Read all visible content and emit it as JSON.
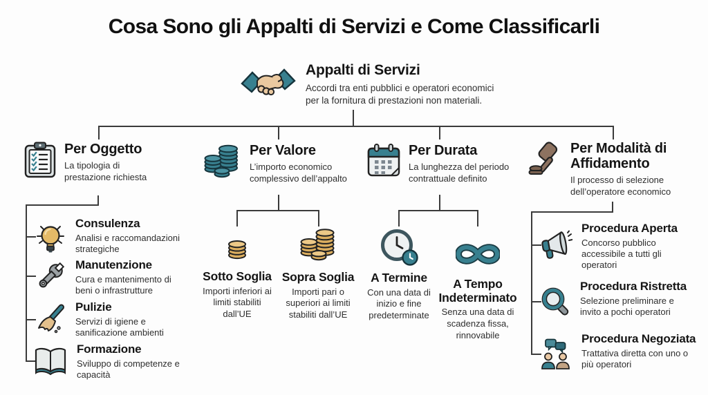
{
  "title": "Cosa Sono gli Appalti di Servizi e Come Classificarli",
  "root": {
    "icon": "handshake-icon",
    "heading": "Appalti di Servizi",
    "description": "Accordi tra enti pubblici e operatori economici per la fornitura di prestazioni non materiali."
  },
  "branches": [
    {
      "icon": "clipboard-icon",
      "heading": "Per Oggetto",
      "description": "La tipologia di prestazione richiesta",
      "children": [
        {
          "icon": "lightbulb-icon",
          "heading": "Consulenza",
          "description": "Analisi e raccomandazioni strategiche"
        },
        {
          "icon": "wrench-icon",
          "heading": "Manutenzione",
          "description": "Cura e mantenimento di beni o infrastrutture"
        },
        {
          "icon": "broom-icon",
          "heading": "Pulizie",
          "description": "Servizi di igiene e sanificazione ambienti"
        },
        {
          "icon": "book-icon",
          "heading": "Formazione",
          "description": "Sviluppo di competenze e capacità"
        }
      ]
    },
    {
      "icon": "coins-icon",
      "heading": "Per Valore",
      "description": "L’importo economico complessivo dell’appalto",
      "children": [
        {
          "icon": "coins-small-icon",
          "heading": "Sotto Soglia",
          "description": "Importi inferiori ai limiti stabiliti dall’UE"
        },
        {
          "icon": "coins-large-icon",
          "heading": "Sopra Soglia",
          "description": "Importi pari o superiori ai limiti stabiliti dall’UE"
        }
      ]
    },
    {
      "icon": "calendar-icon",
      "heading": "Per Durata",
      "description": "La lunghezza del periodo contrattuale definito",
      "children": [
        {
          "icon": "clock-icon",
          "heading": "A Termine",
          "description": "Con una data di inizio e fine predeterminate"
        },
        {
          "icon": "infinity-icon",
          "heading": "A Tempo Indeterminato",
          "description": "Senza una data di scadenza fissa, rinnovabile"
        }
      ]
    },
    {
      "icon": "gavel-icon",
      "heading": "Per Modalità di Affidamento",
      "description": "Il processo di selezione dell’operatore economico",
      "children": [
        {
          "icon": "megaphone-icon",
          "heading": "Procedura Aperta",
          "description": "Concorso pubblico accessibile a tutti gli operatori"
        },
        {
          "icon": "magnifier-icon",
          "heading": "Procedura Ristretta",
          "description": "Selezione preliminare e invito a pochi operatori"
        },
        {
          "icon": "people-chat-icon",
          "heading": "Procedura Negoziata",
          "description": "Trattativa diretta con uno o più operatori"
        }
      ]
    }
  ],
  "colors": {
    "teal": "#38808f",
    "teal_dark": "#16343c",
    "gold": "#dcae5f",
    "tan": "#eac9a0",
    "gray": "#9ba1a4",
    "brown": "#8d7260",
    "line": "#3a3a3a",
    "text": "#151515",
    "background": "#fdfdfd"
  }
}
